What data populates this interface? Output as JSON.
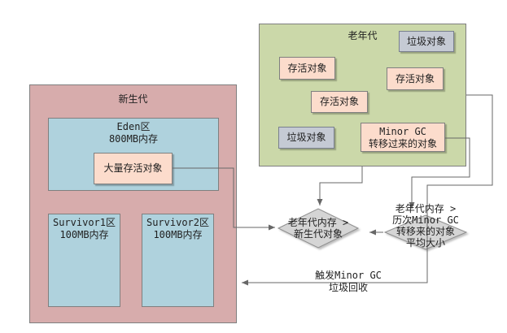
{
  "young_gen": {
    "title": "新生代",
    "eden": {
      "line1": "Eden区",
      "line2": "800MB内存"
    },
    "eden_object": "大量存活对象",
    "survivor1": {
      "line1": "Survivor1区",
      "line2": "100MB内存"
    },
    "survivor2": {
      "line1": "Survivor2区",
      "line2": "100MB内存"
    }
  },
  "old_gen": {
    "title": "老年代",
    "garbage_objects": [
      "垃圾对象",
      "垃圾对象"
    ],
    "alive_objects": [
      "存活对象",
      "存活对象",
      "存活对象"
    ],
    "minor_gc_box": {
      "line1": "Minor GC",
      "line2": "转移过来的对象"
    }
  },
  "decisions": {
    "left": {
      "line1": "老年代内存 >",
      "line2": "新生代对象"
    },
    "right": {
      "line1": "老年代内存 >",
      "line2": "历次Minor GC",
      "line3": "转移来的对象",
      "line4": "平均大小"
    }
  },
  "labels": {
    "trigger": {
      "line1": "触发Minor GC",
      "line2": "垃圾回收"
    }
  },
  "colors": {
    "young_gen_fill": "#d7acac",
    "memory_region_fill": "#afd2dd",
    "alive_object_fill": "#fcdccc",
    "garbage_object_fill": "#c5cad4",
    "old_gen_fill": "#cbd8a9",
    "decision_fill": "#d5d5d5",
    "border": "#7f7f7f",
    "connector": "#676767"
  }
}
